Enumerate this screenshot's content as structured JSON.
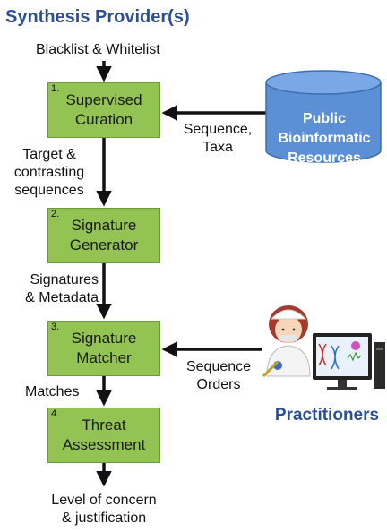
{
  "title": "Synthesis Provider(s)",
  "input_label": "Blacklist & Whitelist",
  "steps": [
    {
      "num": "1.",
      "line1": "Supervised",
      "line2": "Curation"
    },
    {
      "num": "2.",
      "line1": "Signature",
      "line2": "Generator"
    },
    {
      "num": "3.",
      "line1": "Signature",
      "line2": "Matcher"
    },
    {
      "num": "4.",
      "line1": "Threat",
      "line2": "Assessment"
    }
  ],
  "edges": {
    "target": [
      "Target &",
      "contrasting",
      "sequences"
    ],
    "signatures": [
      "Signatures",
      "& Metadata"
    ],
    "matches": "Matches",
    "seq_taxa": [
      "Sequence,",
      "Taxa"
    ],
    "seq_orders": [
      "Sequence",
      "Orders"
    ]
  },
  "output": [
    "Level of concern",
    "& justification"
  ],
  "database": {
    "line1": "Public",
    "line2": "Bioinformatic",
    "line3": "Resources",
    "color": "#5b8fd6"
  },
  "practitioners": "Practitioners",
  "colors": {
    "step_fill": "#92c353",
    "title": "#2e4f8f",
    "arrow": "#111111"
  }
}
